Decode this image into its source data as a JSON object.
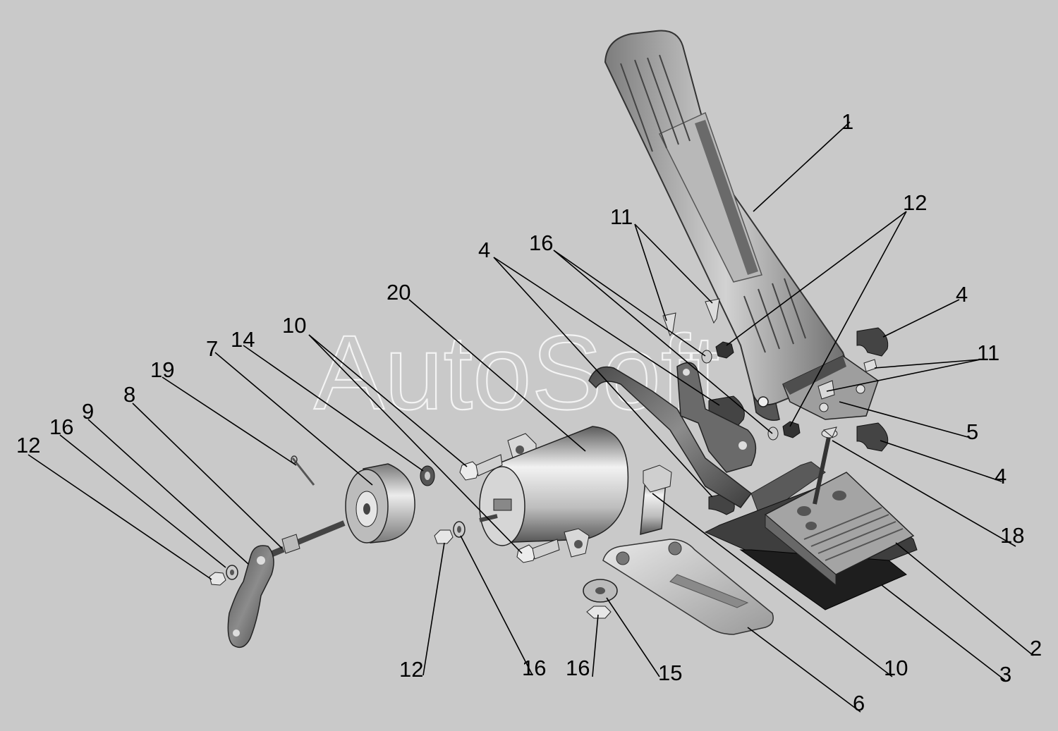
{
  "watermark": "AutoSoft",
  "callouts": [
    "1",
    "12",
    "11",
    "16",
    "4",
    "20",
    "10",
    "14",
    "7",
    "19",
    "8",
    "9",
    "16",
    "12",
    "4",
    "11",
    "5",
    "4",
    "18",
    "2",
    "3",
    "10",
    "6",
    "15",
    "16",
    "16",
    "12"
  ]
}
